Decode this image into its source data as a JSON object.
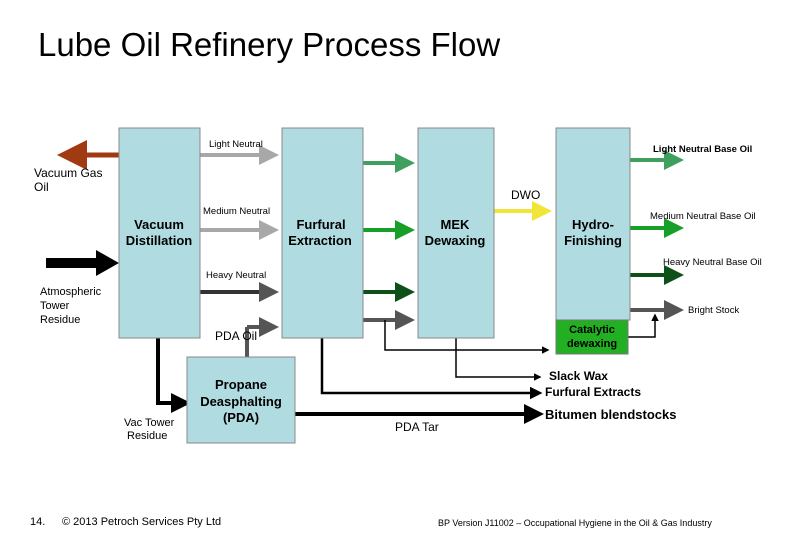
{
  "title": "Lube Oil Refinery Process Flow",
  "colors": {
    "unit_fill": "#b0dbe0",
    "catalytic_fill": "#22b022",
    "vacuum_gas_oil": "#a13a12",
    "light_neutral": "#3f9f5e",
    "medium_neutral": "#16a029",
    "heavy_neutral": "#0e5019",
    "bright_stock": "#555555",
    "dwo": "#f2e53a",
    "feed": "#000000"
  },
  "units": {
    "vacuum": "Vacuum Distillation",
    "furfural": "Furfural Extraction",
    "mek": "MEK Dewaxing",
    "hydro": "Hydro-Finishing",
    "catalytic": "Catalytic dewaxing",
    "pda": "Propane Deasphalting (PDA)"
  },
  "streams": {
    "vacuum_gas_oil": "Vacuum Gas Oil",
    "atmospheric_residue": "Atmospheric Tower Residue",
    "vac_tower_residue": "Vac Tower Residue",
    "light_neutral": "Light Neutral",
    "medium_neutral": "Medium Neutral",
    "heavy_neutral": "Heavy Neutral",
    "pda_oil": "PDA  Oil",
    "dwo": "DWO",
    "pda_tar": "PDA Tar"
  },
  "outputs": {
    "light_base_oil": "Light Neutral Base Oil",
    "medium_base_oil": "Medium Neutral Base Oil",
    "heavy_base_oil": "Heavy Neutral Base Oil",
    "bright_stock": "Bright Stock",
    "slack_wax": "Slack Wax",
    "furfural_extracts": "Furfural Extracts",
    "bitumen": "Bitumen blendstocks"
  },
  "footer": {
    "slide_number": "14.",
    "copyright": "© 2013  Petroch Services Pty Ltd",
    "version": "BP Version  J11002 – Occupational Hygiene in the Oil  & Gas Industry"
  }
}
